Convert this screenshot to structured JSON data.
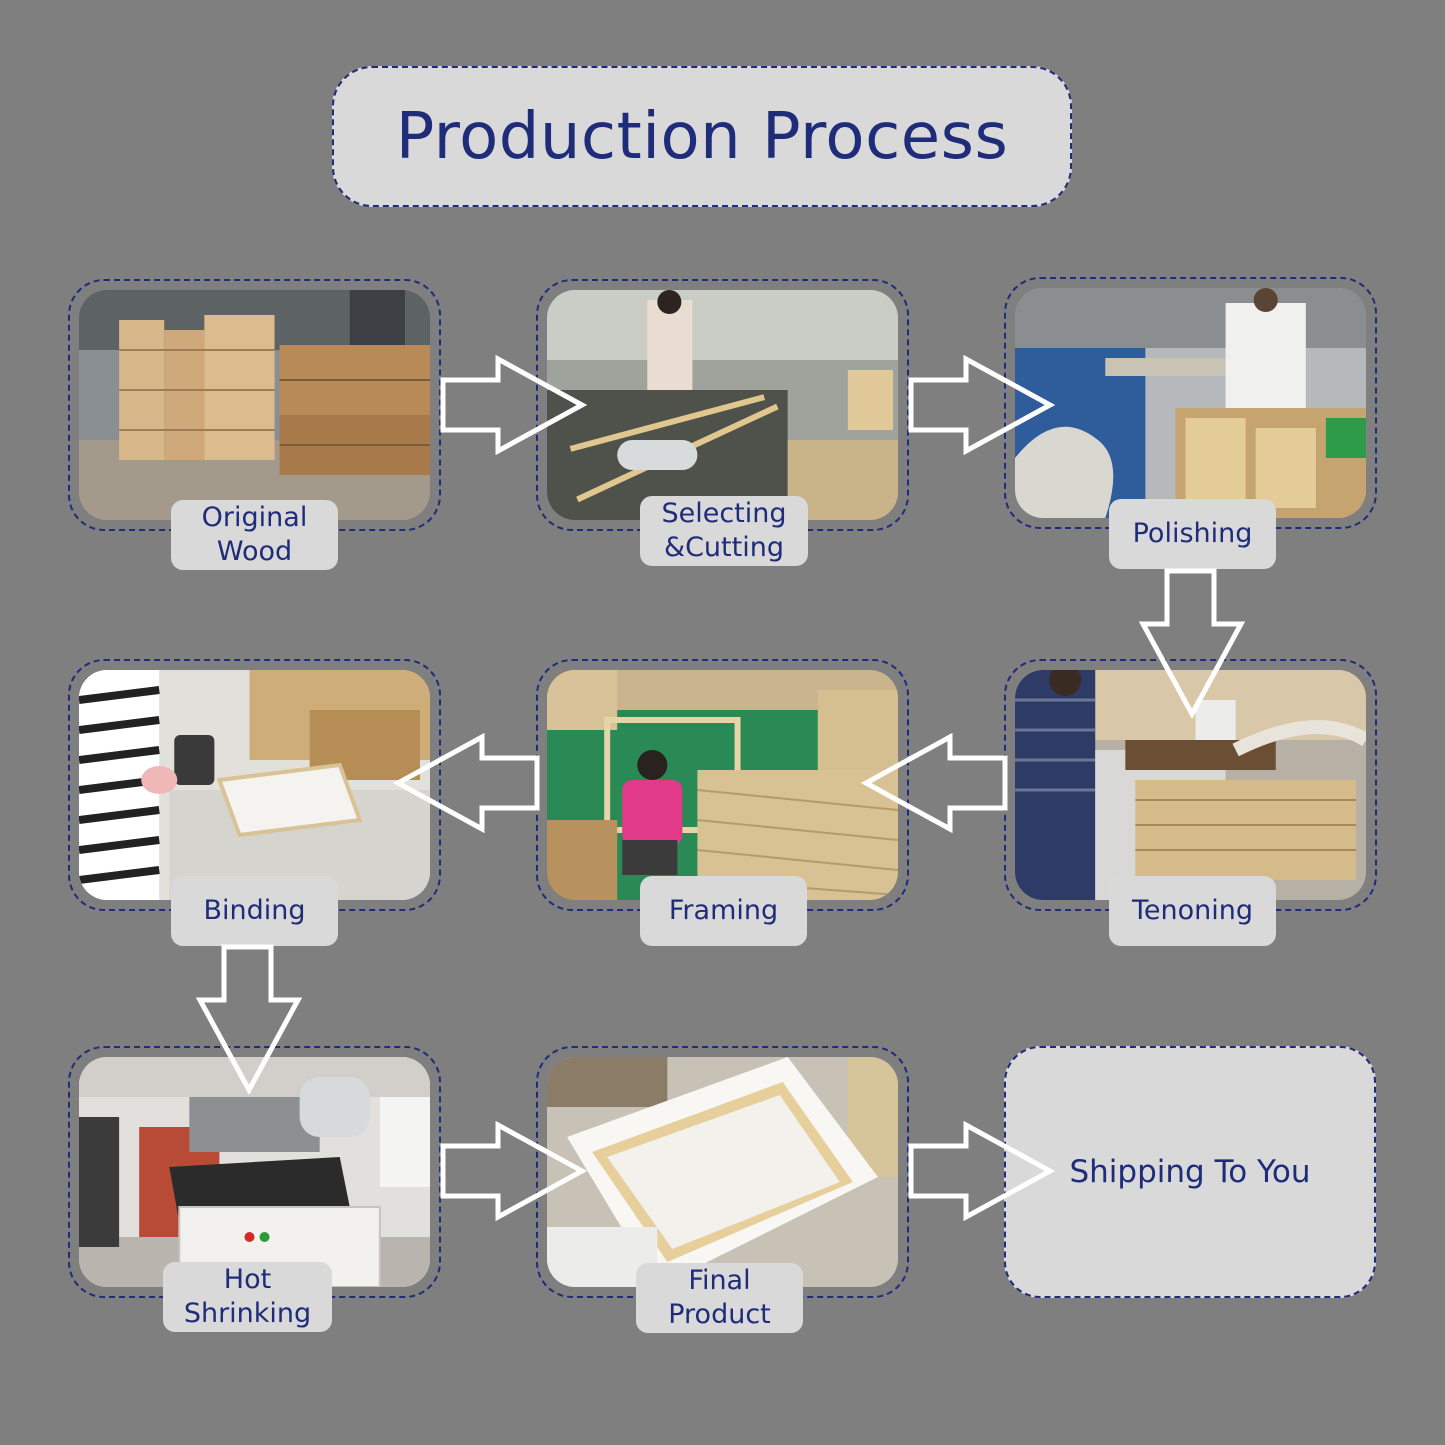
{
  "title": "Production Process",
  "colors": {
    "background": "#7f7f7f",
    "box": "#d9d9d9",
    "accent": "#1f2c7a",
    "arrow_outline": "#ffffff"
  },
  "steps": [
    {
      "id": "original-wood",
      "label_lines": [
        "Original",
        "Wood"
      ],
      "photo": "stacked-lumber-photo"
    },
    {
      "id": "selecting-cutting",
      "label_lines": [
        "Selecting",
        "&Cutting"
      ],
      "photo": "worker-cutting-sticks-photo"
    },
    {
      "id": "polishing",
      "label_lines": [
        "Polishing"
      ],
      "photo": "polishing-machine-photo"
    },
    {
      "id": "tenoning",
      "label_lines": [
        "Tenoning"
      ],
      "photo": "tenoning-machine-photo"
    },
    {
      "id": "framing",
      "label_lines": [
        "Framing"
      ],
      "photo": "workers-framing-photo"
    },
    {
      "id": "binding",
      "label_lines": [
        "Binding"
      ],
      "photo": "staple-gun-binding-photo"
    },
    {
      "id": "hot-shrinking",
      "label_lines": [
        "Hot",
        "Shrinking"
      ],
      "photo": "shrink-wrap-machine-photo"
    },
    {
      "id": "final-product",
      "label_lines": [
        "Final",
        "Product"
      ],
      "photo": "finished-canvas-photo"
    }
  ],
  "final_step": {
    "label": "Shipping To You"
  },
  "arrows": [
    {
      "from": "original-wood",
      "to": "selecting-cutting",
      "direction": "right"
    },
    {
      "from": "selecting-cutting",
      "to": "polishing",
      "direction": "right"
    },
    {
      "from": "polishing",
      "to": "tenoning",
      "direction": "down"
    },
    {
      "from": "tenoning",
      "to": "framing",
      "direction": "left"
    },
    {
      "from": "framing",
      "to": "binding",
      "direction": "left"
    },
    {
      "from": "binding",
      "to": "hot-shrinking",
      "direction": "down"
    },
    {
      "from": "hot-shrinking",
      "to": "final-product",
      "direction": "right"
    },
    {
      "from": "final-product",
      "to": "shipping-to-you",
      "direction": "right"
    }
  ]
}
